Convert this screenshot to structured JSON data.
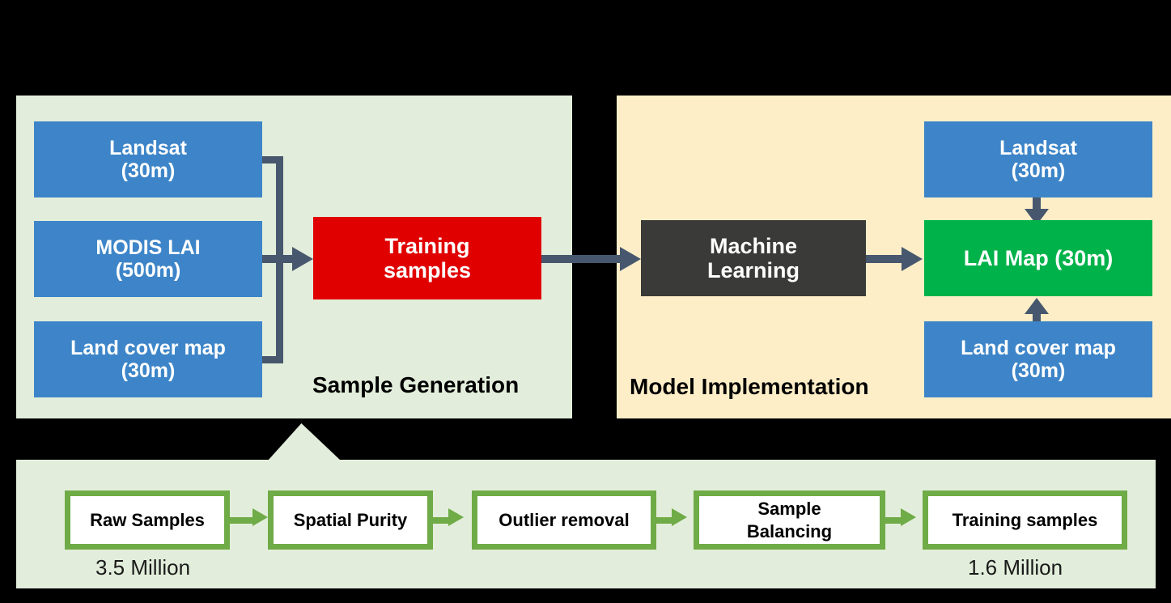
{
  "panels": {
    "sample_generation": {
      "label": "Sample Generation",
      "bg_color": "#e2eedb"
    },
    "model_implementation": {
      "label": "Model Implementation",
      "bg_color": "#fdeec8"
    },
    "preprocessing": {
      "bg_color": "#e2eedb"
    }
  },
  "nodes": {
    "landsat_left": "Landsat\n(30m)",
    "modis_lai": "MODIS LAI\n(500m)",
    "land_cover_left": "Land cover map\n(30m)",
    "training_samples": "Training\nsamples",
    "machine_learning": "Machine\nLearning",
    "landsat_right": "Landsat\n(30m)",
    "lai_map": "LAI Map (30m)",
    "land_cover_right": "Land cover map\n(30m)"
  },
  "pipeline": {
    "steps": [
      {
        "label": "Raw Samples"
      },
      {
        "label": "Spatial Purity"
      },
      {
        "label": "Outlier removal"
      },
      {
        "label": "Sample\nBalancing"
      },
      {
        "label": "Training samples"
      }
    ],
    "counts": {
      "raw": "3.5 Million",
      "training": "1.6 Million"
    }
  },
  "colors": {
    "blue": "#3d85c8",
    "red": "#e00000",
    "dark": "#3a3a38",
    "green": "#00b24a",
    "arrow": "#47586e",
    "step_border": "#6fab46",
    "background": "#000000"
  }
}
